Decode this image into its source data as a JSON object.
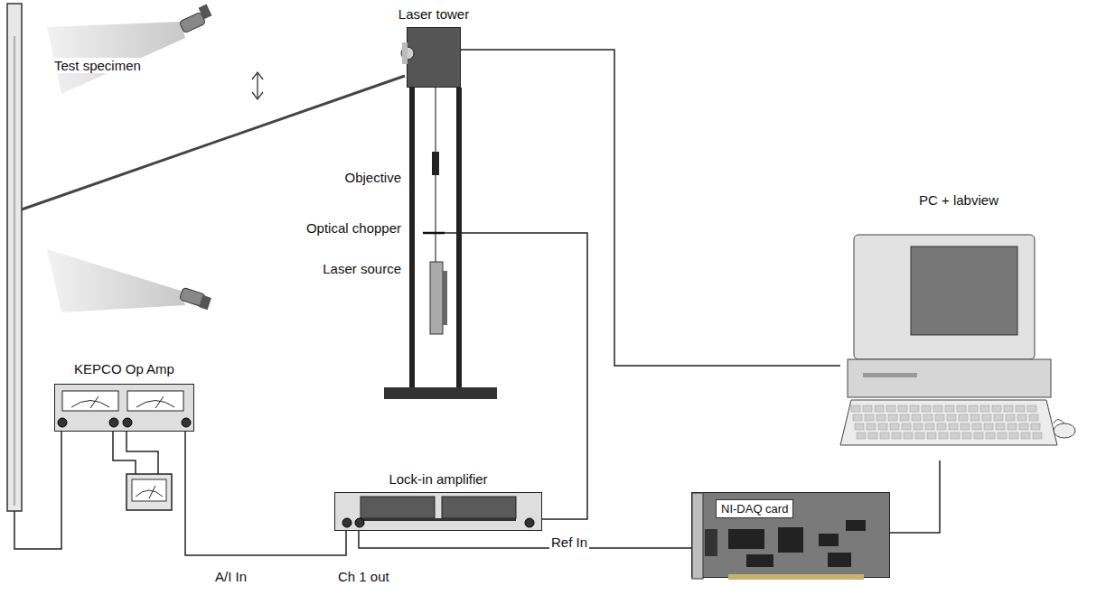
{
  "diagram": {
    "nodes": [
      {
        "text": [
          "Laser tower"
        ]
      },
      {
        "text": [
          "PC + labview"
        ]
      },
      {
        "text": [
          "KEPCO Op Amp"
        ]
      },
      {
        "text": [
          "Lock-in amplifier"
        ]
      },
      {
        "text": [
          "NI-DAQ card"
        ]
      }
    ],
    "edges": [
      {
        "from": 0,
        "to": 1,
        "arrow": "none"
      },
      {
        "from": 2,
        "to": 3,
        "arrow": "none"
      },
      {
        "from": 3,
        "to": 4,
        "arrow": "none"
      },
      {
        "from": 4,
        "to": 1,
        "arrow": "none"
      }
    ],
    "labels": [
      "Test specimen",
      "Objective",
      "Optical chopper",
      "Laser source",
      "Ref In",
      "A/I In",
      "Ch 1 out"
    ]
  }
}
